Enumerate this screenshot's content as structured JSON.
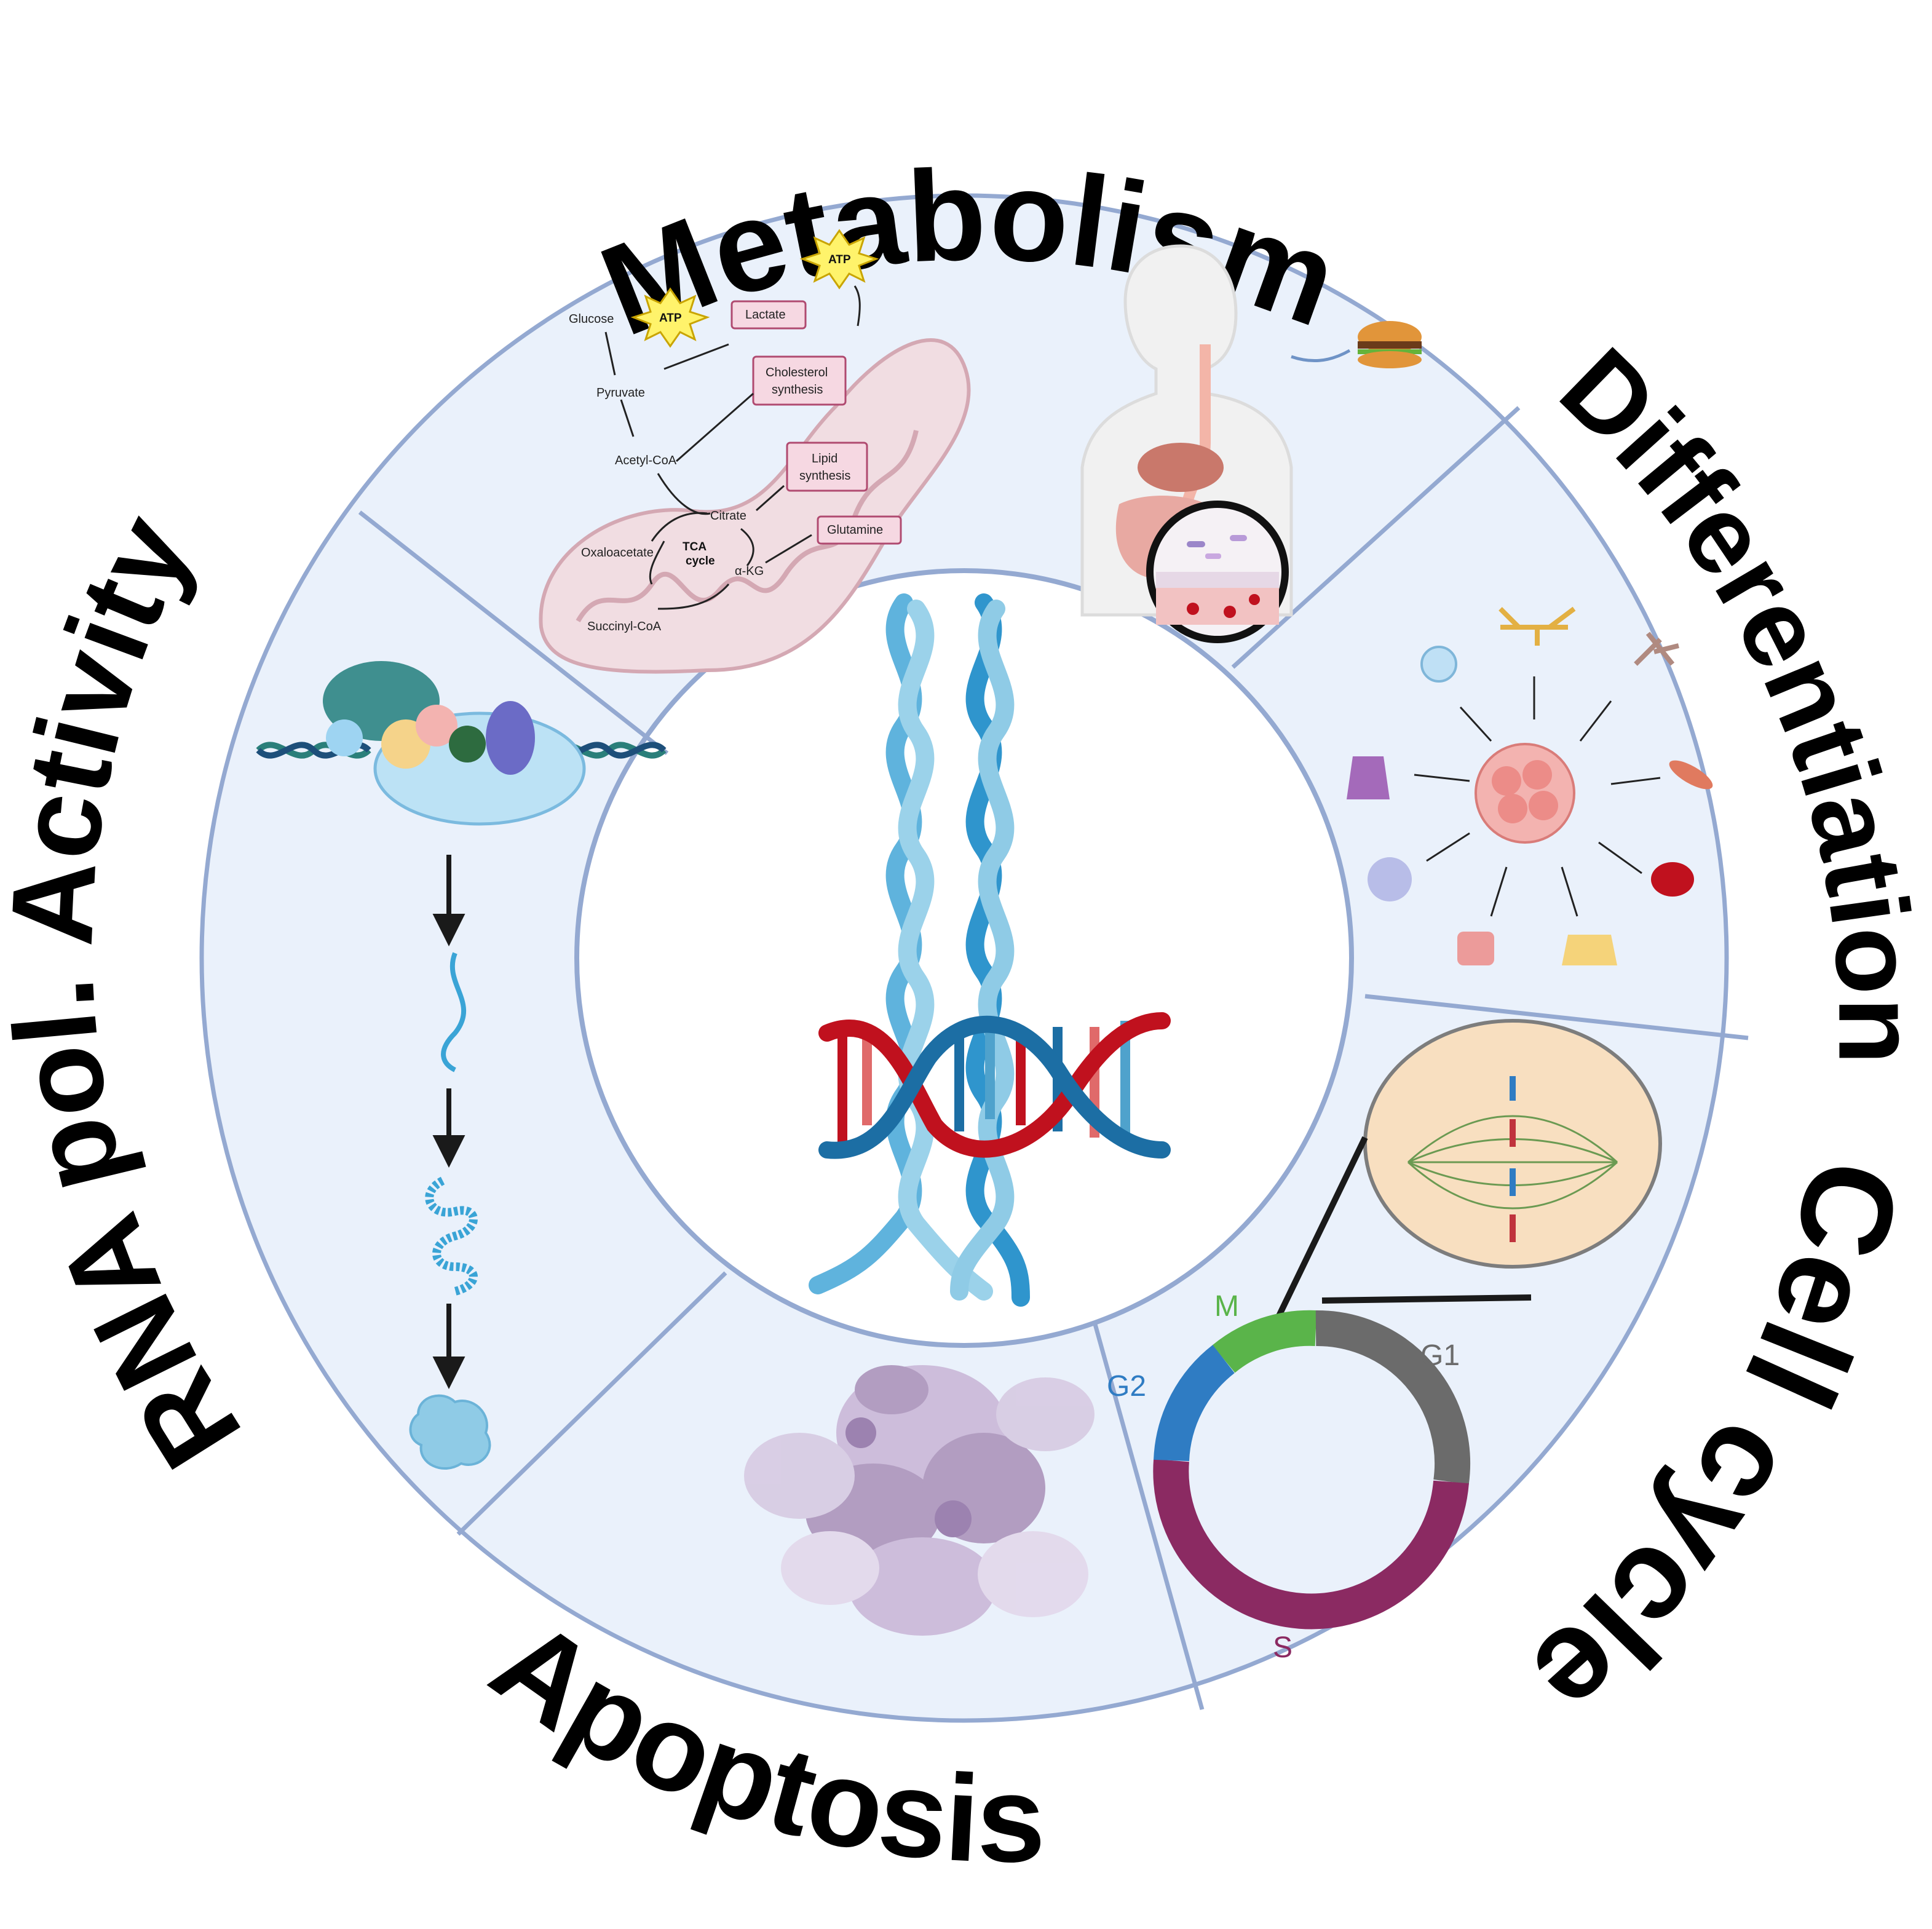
{
  "headings": {
    "metabolism": "Metabolism",
    "differentiation": "Differentiation",
    "cell_cycle": "Cell cycle",
    "apoptosis": "Apoptosis",
    "rna_pol": "RNA pol. Activity"
  },
  "metabolism_pathway": {
    "glucose": "Glucose",
    "pyruvate": "Pyruvate",
    "acetyl_coa": "Acetyl-CoA",
    "citrate": "Citrate",
    "oxaloacetate": "Oxaloacetate",
    "succinyl_coa": "Succinyl-CoA",
    "akg": "α-KG",
    "tca_cycle_line1": "TCA",
    "tca_cycle_line2": "cycle",
    "lactate": "Lactate",
    "cholesterol_line1": "Cholesterol",
    "cholesterol_line2": "synthesis",
    "lipid_line1": "Lipid",
    "lipid_line2": "synthesis",
    "glutamine": "Glutamine",
    "atp_1": "ATP",
    "atp_2": "ATP"
  },
  "cell_cycle_phases": {
    "m": "M",
    "g1": "G1",
    "g2": "G2",
    "s": "S"
  },
  "colors": {
    "ring_fill": "#eaf1fb",
    "ring_stroke": "#94a9d1",
    "phase_m": "#5ab44a",
    "phase_g1": "#6b6b6b",
    "phase_g2": "#2f7cc3",
    "phase_s": "#8b2a62",
    "dna_red": "#c0111e",
    "dna_blue": "#1c6ea4",
    "helix_light": "#7fc4e4",
    "mito": "#f1dde2",
    "apoptosis": "#a98fb7"
  }
}
